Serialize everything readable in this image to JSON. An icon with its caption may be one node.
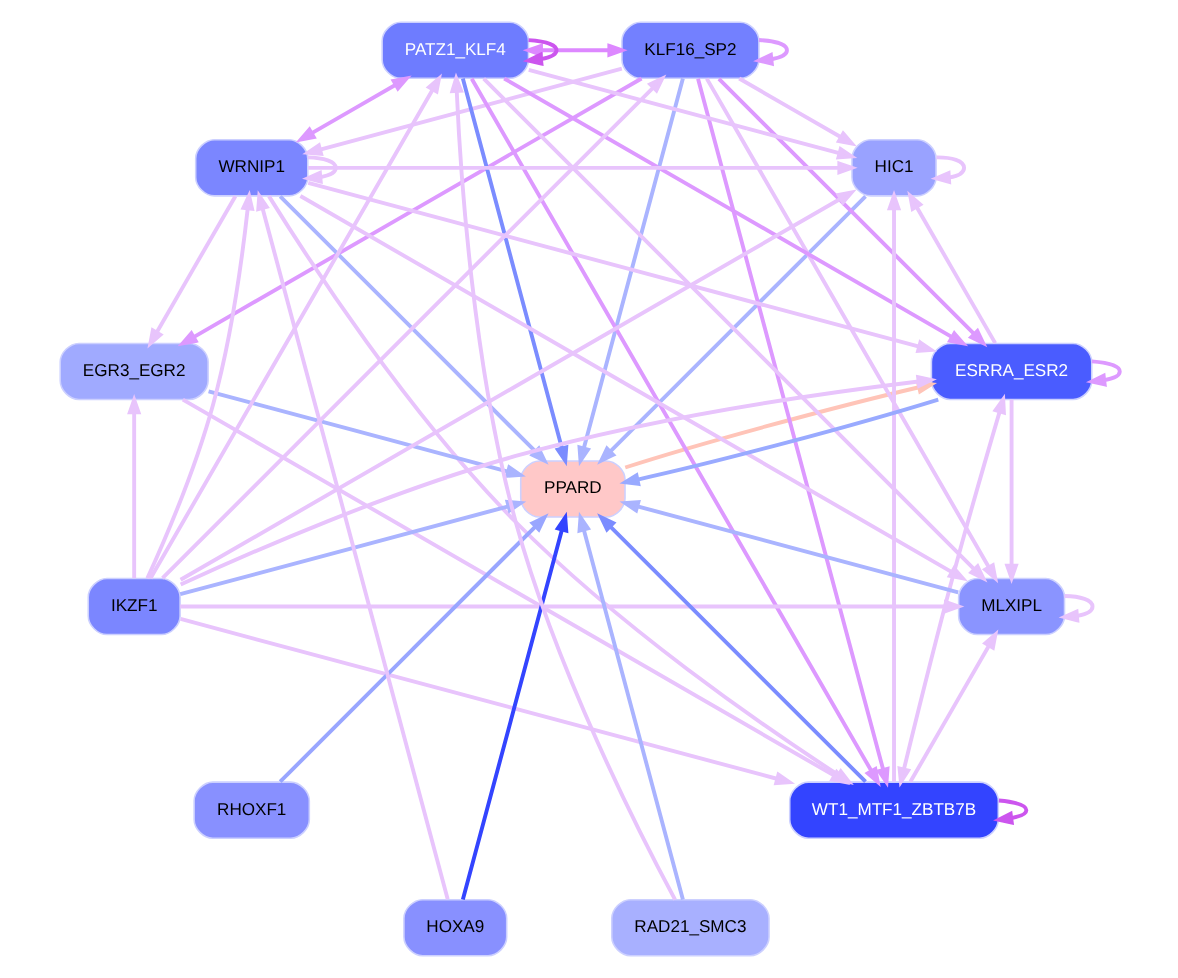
{
  "diagram": {
    "nodes": [
      {
        "text": [
          "HIC1"
        ]
      },
      {
        "text": [
          "MLXIPL"
        ]
      },
      {
        "text": [
          "KLF16_SP2"
        ]
      },
      {
        "text": [
          "ESRRA_ESR2"
        ]
      },
      {
        "text": [
          "PATZ1_KLF4"
        ]
      },
      {
        "text": [
          "WT1_MTF1_ZBTB7B"
        ]
      },
      {
        "text": [
          "PPARD"
        ]
      },
      {
        "text": [
          "WRNIP1"
        ]
      },
      {
        "text": [
          "RAD21_SMC3"
        ]
      },
      {
        "text": [
          "EGR3_EGR2"
        ]
      },
      {
        "text": [
          "HOXA9"
        ]
      },
      {
        "text": [
          "IKZF1"
        ]
      },
      {
        "text": [
          "RHOXF1"
        ]
      }
    ],
    "edges": [
      {
        "from": 0,
        "to": 6,
        "arrow": "to",
        "color": "#aab4ff"
      },
      {
        "from": 1,
        "to": 6,
        "arrow": "to",
        "color": "#aab4ff"
      },
      {
        "from": 2,
        "to": 6,
        "arrow": "to",
        "color": "#aab4ff"
      },
      {
        "from": 3,
        "to": 6,
        "arrow": "to",
        "color": "#99aaff"
      },
      {
        "from": 6,
        "to": 3,
        "arrow": "to",
        "color": "#ffc4b8"
      },
      {
        "from": 4,
        "to": 6,
        "arrow": "to",
        "color": "#7b8cff"
      },
      {
        "from": 5,
        "to": 6,
        "arrow": "to",
        "color": "#7b8cff"
      },
      {
        "from": 7,
        "to": 6,
        "arrow": "to",
        "color": "#aab4ff"
      },
      {
        "from": 8,
        "to": 6,
        "arrow": "to",
        "color": "#aab4ff"
      },
      {
        "from": 9,
        "to": 6,
        "arrow": "to",
        "color": "#aab4ff"
      },
      {
        "from": 10,
        "to": 6,
        "arrow": "to",
        "color": "#3344ff"
      },
      {
        "from": 11,
        "to": 6,
        "arrow": "to",
        "color": "#aab4ff"
      },
      {
        "from": 12,
        "to": 6,
        "arrow": "to",
        "color": "#99a6ff"
      },
      {
        "from": 0,
        "to": 0,
        "arrow": "to"
      },
      {
        "from": 1,
        "to": 1,
        "arrow": "to"
      },
      {
        "from": 2,
        "to": 2,
        "arrow": "to",
        "color": "#dd99ff"
      },
      {
        "from": 3,
        "to": 3,
        "arrow": "to",
        "color": "#dd99ff"
      },
      {
        "from": 4,
        "to": 4,
        "arrow": "to",
        "color": "#cc55ee"
      },
      {
        "from": 5,
        "to": 5,
        "arrow": "to",
        "color": "#cc55ee"
      },
      {
        "from": 7,
        "to": 7,
        "arrow": "to"
      },
      {
        "from": 2,
        "to": 4,
        "arrow": "both",
        "color": "#dd88ff"
      },
      {
        "from": 3,
        "to": 5,
        "arrow": "both"
      },
      {
        "from": 4,
        "to": 7,
        "arrow": "both",
        "color": "#dd99ff"
      },
      {
        "from": 2,
        "to": 3,
        "arrow": "to",
        "color": "#dd99ff"
      },
      {
        "from": 2,
        "to": 5,
        "arrow": "to",
        "color": "#dd99ff"
      },
      {
        "from": 4,
        "to": 5,
        "arrow": "to",
        "color": "#dd99ff"
      },
      {
        "from": 4,
        "to": 3,
        "arrow": "to",
        "color": "#dd99ff"
      },
      {
        "from": 4,
        "to": 0,
        "arrow": "to"
      },
      {
        "from": 4,
        "to": 1,
        "arrow": "to"
      },
      {
        "from": 2,
        "to": 0,
        "arrow": "to"
      },
      {
        "from": 2,
        "to": 1,
        "arrow": "to"
      },
      {
        "from": 2,
        "to": 9,
        "arrow": "to",
        "color": "#dd99ff"
      },
      {
        "from": 2,
        "to": 7,
        "arrow": "to"
      },
      {
        "from": 7,
        "to": 9,
        "arrow": "to"
      },
      {
        "from": 7,
        "to": 0,
        "arrow": "to"
      },
      {
        "from": 7,
        "to": 1,
        "arrow": "to"
      },
      {
        "from": 7,
        "to": 3,
        "arrow": "to"
      },
      {
        "from": 7,
        "to": 5,
        "arrow": "to"
      },
      {
        "from": 9,
        "to": 5,
        "arrow": "to"
      },
      {
        "from": 11,
        "to": 9,
        "arrow": "to"
      },
      {
        "from": 11,
        "to": 0,
        "arrow": "to"
      },
      {
        "from": 11,
        "to": 1,
        "arrow": "to"
      },
      {
        "from": 11,
        "to": 3,
        "arrow": "to"
      },
      {
        "from": 11,
        "to": 5,
        "arrow": "to"
      },
      {
        "from": 11,
        "to": 2,
        "arrow": "to"
      },
      {
        "from": 11,
        "to": 4,
        "arrow": "to"
      },
      {
        "from": 11,
        "to": 7,
        "arrow": "to"
      },
      {
        "from": 5,
        "to": 1,
        "arrow": "to"
      },
      {
        "from": 3,
        "to": 1,
        "arrow": "to"
      },
      {
        "from": 5,
        "to": 0,
        "arrow": "to"
      },
      {
        "from": 3,
        "to": 0,
        "arrow": "to"
      },
      {
        "from": 8,
        "to": 4,
        "arrow": "to"
      },
      {
        "from": 10,
        "to": 7,
        "arrow": "to"
      }
    ]
  }
}
